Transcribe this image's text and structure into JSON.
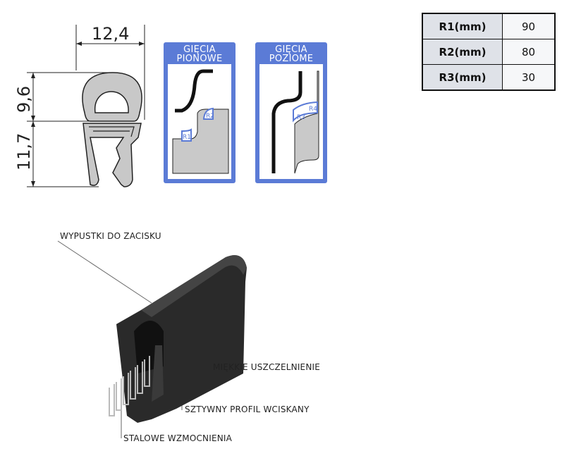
{
  "dimensions": {
    "width": "12,4",
    "upper_height": "9,6",
    "lower_height": "11,7"
  },
  "panels": [
    {
      "title_line1": "GIĘCIA",
      "title_line2": "PIONOWE",
      "badges": [
        "R1",
        "R2"
      ]
    },
    {
      "title_line1": "GIĘCIA",
      "title_line2": "POZIOME",
      "badges": [
        "R3",
        "R4"
      ]
    }
  ],
  "spec_table": {
    "rows": [
      {
        "label": "R1(mm)",
        "value": "90"
      },
      {
        "label": "R2(mm)",
        "value": "80"
      },
      {
        "label": "R3(mm)",
        "value": "30"
      }
    ]
  },
  "callouts": {
    "clamp_lugs": "WYPUSTKI DO ZACISKU",
    "soft_seal": "MIĘKKIE USZCZELNIENIE",
    "rigid_profile": "SZTYWNY PROFIL WCISKANY",
    "steel_reinforcement": "STALOWE WZMOCNIENIA"
  },
  "colors": {
    "panel_blue": "#5b7bd6",
    "table_label_bg": "#dfe2e8"
  }
}
